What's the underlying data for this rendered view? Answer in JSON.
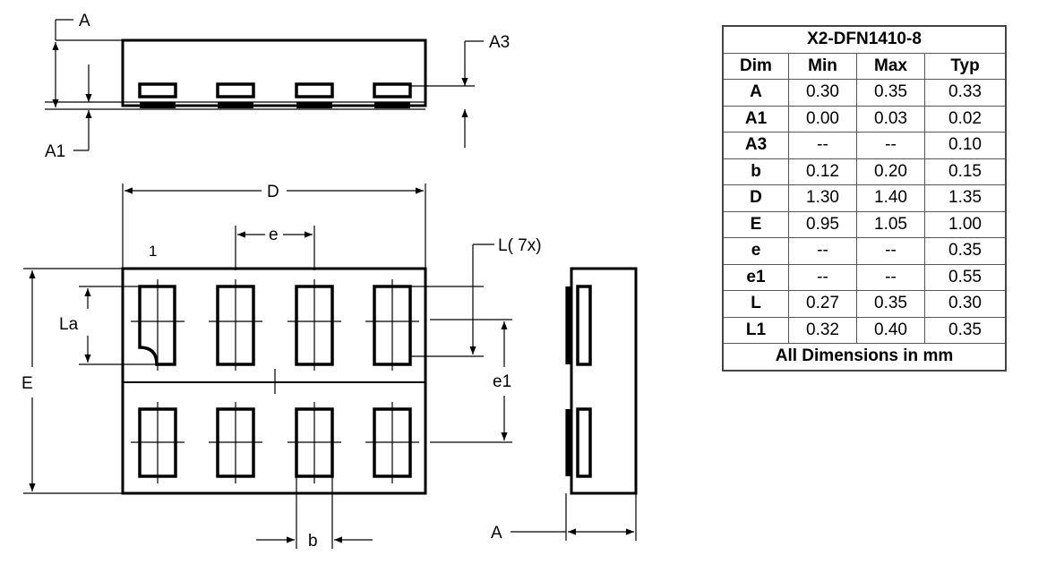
{
  "labels": {
    "A_top": "A",
    "A3": "A3",
    "A1": "A1",
    "D": "D",
    "e": "e",
    "pin1": "1",
    "L_note": "L(   7x)",
    "La": "La",
    "E": "E",
    "e1": "e1",
    "b": "b",
    "A_side": "A"
  },
  "table": {
    "title": "X2-DFN1410-8",
    "headers": [
      "Dim",
      "Min",
      "Max",
      "Typ"
    ],
    "rows": [
      [
        "A",
        "0.30",
        "0.35",
        "0.33"
      ],
      [
        "A1",
        "0.00",
        "0.03",
        "0.02"
      ],
      [
        "A3",
        "--",
        "--",
        "0.10"
      ],
      [
        "b",
        "0.12",
        "0.20",
        "0.15"
      ],
      [
        "D",
        "1.30",
        "1.40",
        "1.35"
      ],
      [
        "E",
        "0.95",
        "1.05",
        "1.00"
      ],
      [
        "e",
        "--",
        "--",
        "0.35"
      ],
      [
        "e1",
        "--",
        "--",
        "0.55"
      ],
      [
        "L",
        "0.27",
        "0.35",
        "0.30"
      ],
      [
        "L1",
        "0.32",
        "0.40",
        "0.35"
      ]
    ],
    "footer": "All Dimensions in mm"
  }
}
